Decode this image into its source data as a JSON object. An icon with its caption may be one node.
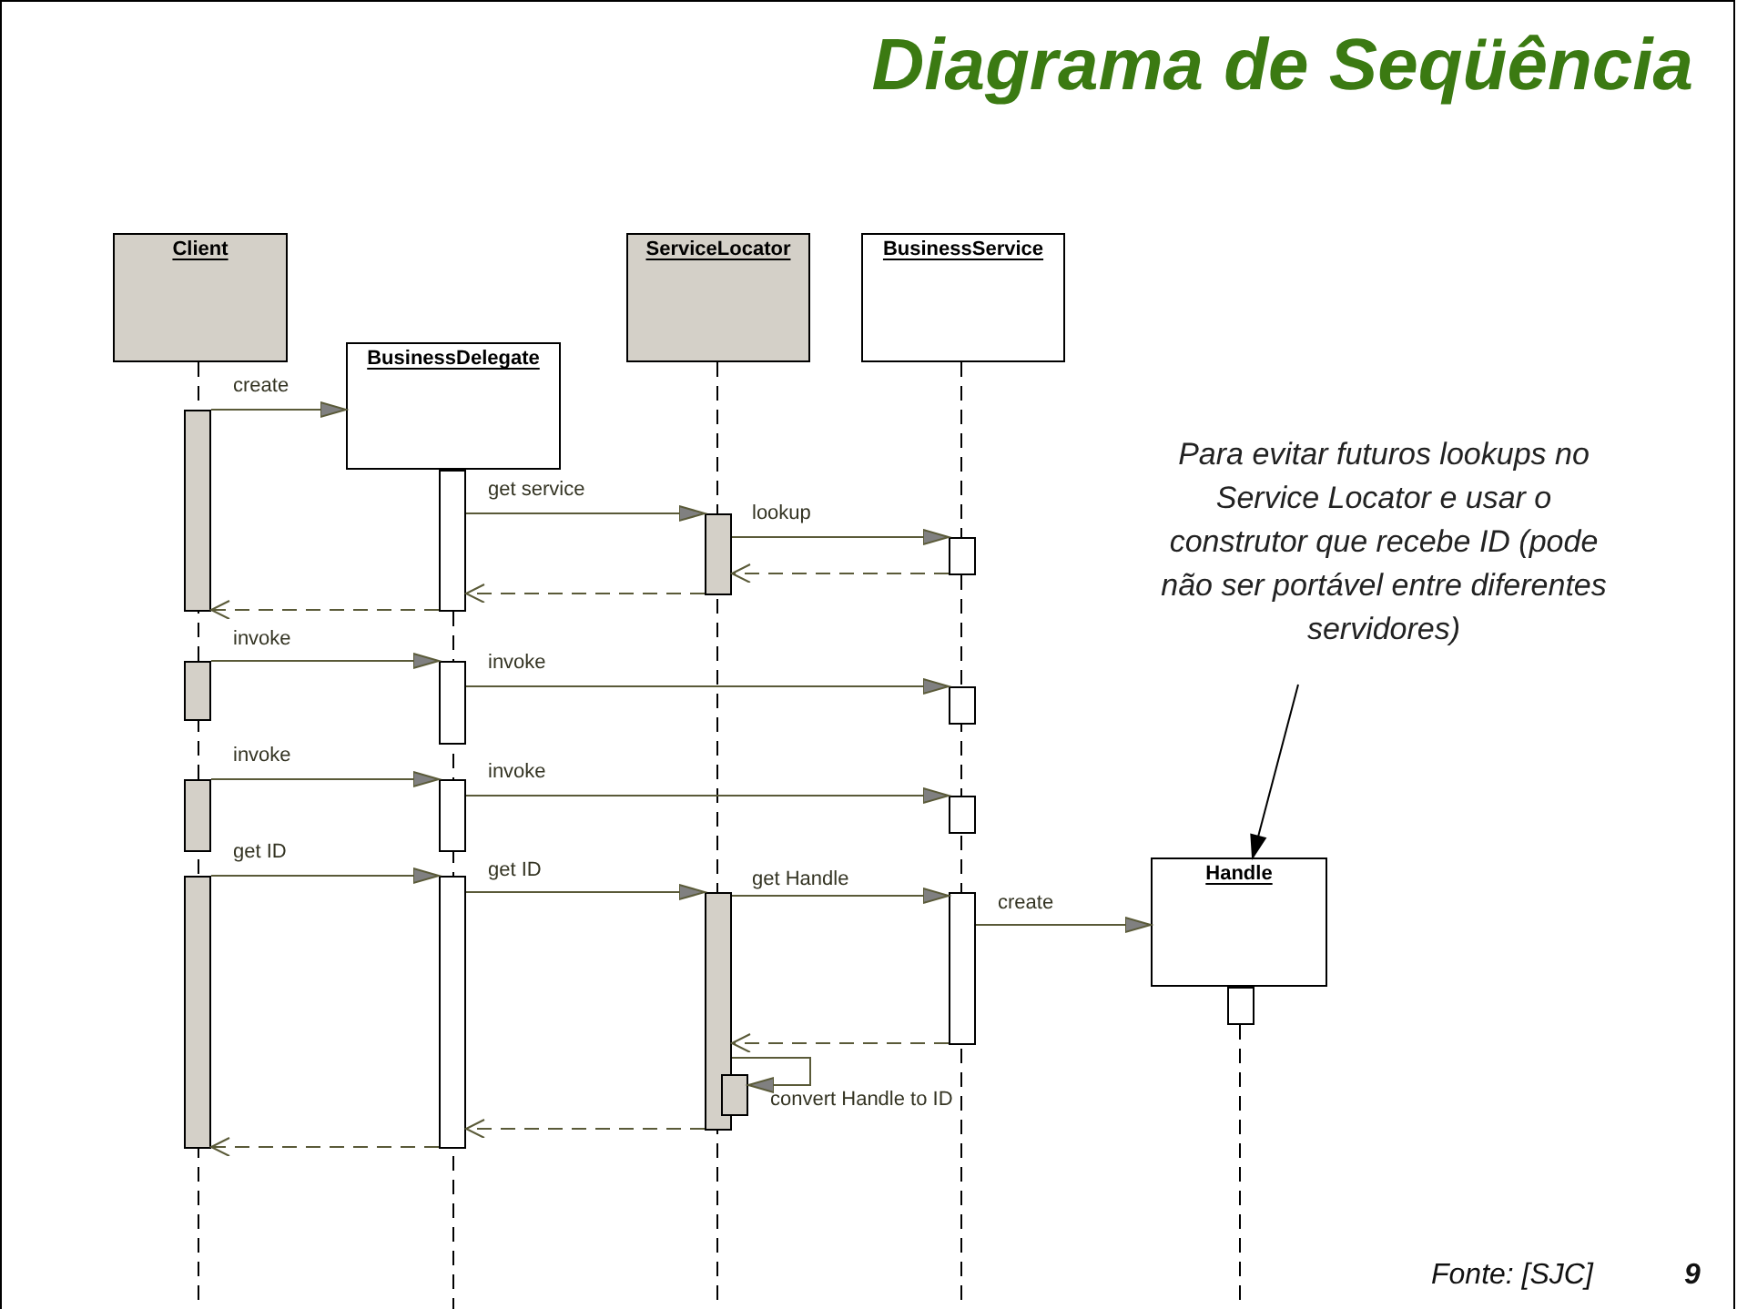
{
  "diagram": {
    "title": "Diagrama de Seqüência",
    "nodes": [
      {
        "text": [
          "Client"
        ]
      },
      {
        "text": [
          "BusinessDelegate"
        ]
      },
      {
        "text": [
          "ServiceLocator"
        ]
      },
      {
        "text": [
          "BusinessService"
        ]
      },
      {
        "text": [
          "Para evitar futuros lookups no Service Locator e usar o construtor que recebe ID (pode não ser portável entre diferentes servidores)"
        ]
      },
      {
        "text": [
          "Handle"
        ]
      },
      {
        "text": [],
        "shape": "bar"
      },
      {
        "text": [],
        "shape": "bar"
      },
      {
        "text": [],
        "shape": "bar"
      },
      {
        "text": [],
        "shape": "bar"
      },
      {
        "text": [],
        "shape": "bar"
      },
      {
        "text": [],
        "shape": "bar"
      },
      {
        "text": [],
        "shape": "bar"
      },
      {
        "text": [],
        "shape": "bar"
      },
      {
        "text": [],
        "shape": "bar"
      },
      {
        "text": [],
        "shape": "bar"
      },
      {
        "text": [],
        "shape": "bar"
      },
      {
        "text": [],
        "shape": "bar"
      },
      {
        "text": [],
        "shape": "bar"
      },
      {
        "text": [],
        "shape": "bar"
      },
      {
        "text": [],
        "shape": "bar"
      },
      {
        "text": [],
        "shape": "bar"
      }
    ],
    "edges": [
      {
        "from": 6,
        "to": 1,
        "arrow": "to",
        "label": "create"
      },
      {
        "from": 10,
        "to": 14,
        "arrow": "to",
        "label": "get service"
      },
      {
        "from": 14,
        "to": 17,
        "arrow": "to",
        "label": "lookup"
      },
      {
        "from": 17,
        "to": 14,
        "arrow": "to",
        "style": "dashed"
      },
      {
        "from": 14,
        "to": 10,
        "arrow": "to",
        "style": "dashed"
      },
      {
        "from": 10,
        "to": 6,
        "arrow": "to",
        "style": "dashed"
      },
      {
        "from": 7,
        "to": 11,
        "arrow": "to",
        "label": "invoke"
      },
      {
        "from": 11,
        "to": 18,
        "arrow": "to",
        "label": "invoke"
      },
      {
        "from": 8,
        "to": 12,
        "arrow": "to",
        "label": "invoke"
      },
      {
        "from": 12,
        "to": 19,
        "arrow": "to",
        "label": "invoke"
      },
      {
        "from": 9,
        "to": 13,
        "arrow": "to",
        "label": "get ID"
      },
      {
        "from": 13,
        "to": 15,
        "arrow": "to",
        "label": "get ID"
      },
      {
        "from": 15,
        "to": 20,
        "arrow": "to",
        "label": "get Handle"
      },
      {
        "from": 20,
        "to": 5,
        "arrow": "to",
        "label": "create"
      },
      {
        "from": 20,
        "to": 15,
        "arrow": "to",
        "style": "dashed"
      },
      {
        "from": 15,
        "to": 16,
        "arrow": "to",
        "label": "convert Handle to ID"
      },
      {
        "from": 15,
        "to": 13,
        "arrow": "to",
        "style": "dashed"
      },
      {
        "from": 13,
        "to": 9,
        "arrow": "to",
        "style": "dashed"
      },
      {
        "from": 4,
        "to": 5,
        "arrow": "to",
        "color": "#000000"
      }
    ],
    "labels": [
      "Fonte: [SJC]",
      "9"
    ]
  }
}
